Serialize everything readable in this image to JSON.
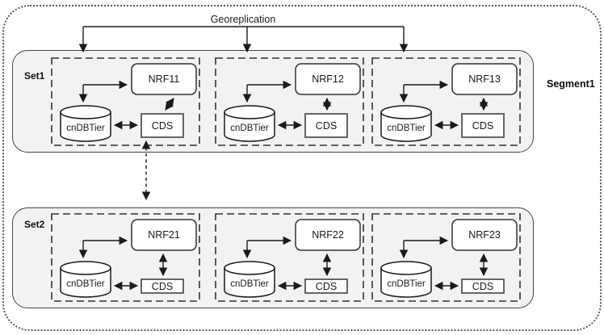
{
  "diagram": {
    "title": "Georeplication",
    "segment_label": "Segment1",
    "sets": [
      {
        "label": "Set1",
        "clusters": [
          {
            "nrf": "NRF11",
            "db": "cnDBTier",
            "cds": "CDS"
          },
          {
            "nrf": "NRF12",
            "db": "cnDBTier",
            "cds": "CDS"
          },
          {
            "nrf": "NRF13",
            "db": "cnDBTier",
            "cds": "CDS"
          }
        ]
      },
      {
        "label": "Set2",
        "clusters": [
          {
            "nrf": "NRF21",
            "db": "cnDBTier",
            "cds": "CDS"
          },
          {
            "nrf": "NRF22",
            "db": "cnDBTier",
            "cds": "CDS"
          },
          {
            "nrf": "NRF23",
            "db": "cnDBTier",
            "cds": "CDS"
          }
        ]
      }
    ],
    "connections": [
      {
        "name": "georeplication-bus",
        "style": "solid",
        "from": "Georeplication line",
        "to": "each Set1 cluster",
        "arrow": "down"
      },
      {
        "name": "inter-set-replication",
        "style": "dashed",
        "from": "CDS (Set1 cluster 1)",
        "to": "Set2 cluster 1",
        "bidirectional": true
      },
      {
        "name": "nrf-cds-link",
        "style": "solid",
        "bidirectional": true
      },
      {
        "name": "cndbtier-cds-link",
        "style": "solid",
        "bidirectional": true
      },
      {
        "name": "branch-to-nrf-and-cndbtier",
        "style": "solid",
        "arrows": "into NRF and into cnDBTier"
      }
    ],
    "colors": {
      "set_fill": "#f2f2f2",
      "line": "#1a1a1a",
      "node_fill": "#ffffff",
      "cds_border_set1": "#666666",
      "outer_border": "#5a5a5a"
    }
  }
}
